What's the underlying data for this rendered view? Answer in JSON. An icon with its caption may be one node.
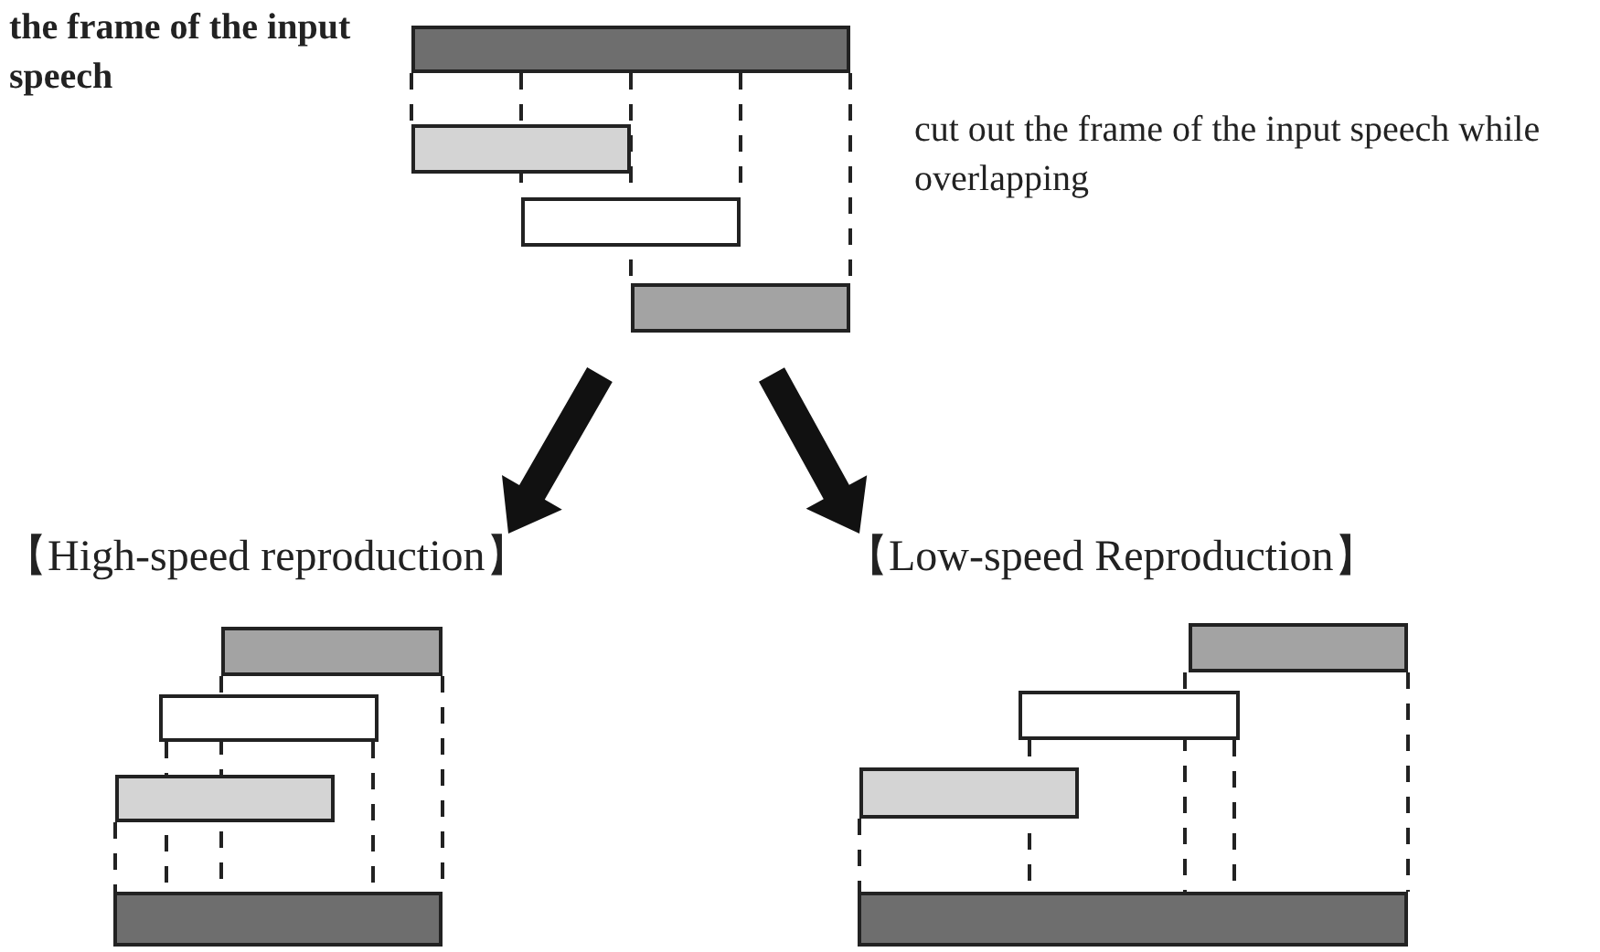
{
  "diagram": {
    "nodes": [
      {
        "text": [
          "【High-speed reproduction】"
        ]
      },
      {
        "text": [
          "【Low-speed Reproduction】"
        ]
      }
    ],
    "edges": [
      {
        "from": null,
        "to": 0,
        "arrow": "to"
      },
      {
        "from": null,
        "to": 1,
        "arrow": "to"
      }
    ],
    "labels": [
      "the frame of the input speech",
      "cut out the frame of the input speech while overlapping"
    ]
  }
}
